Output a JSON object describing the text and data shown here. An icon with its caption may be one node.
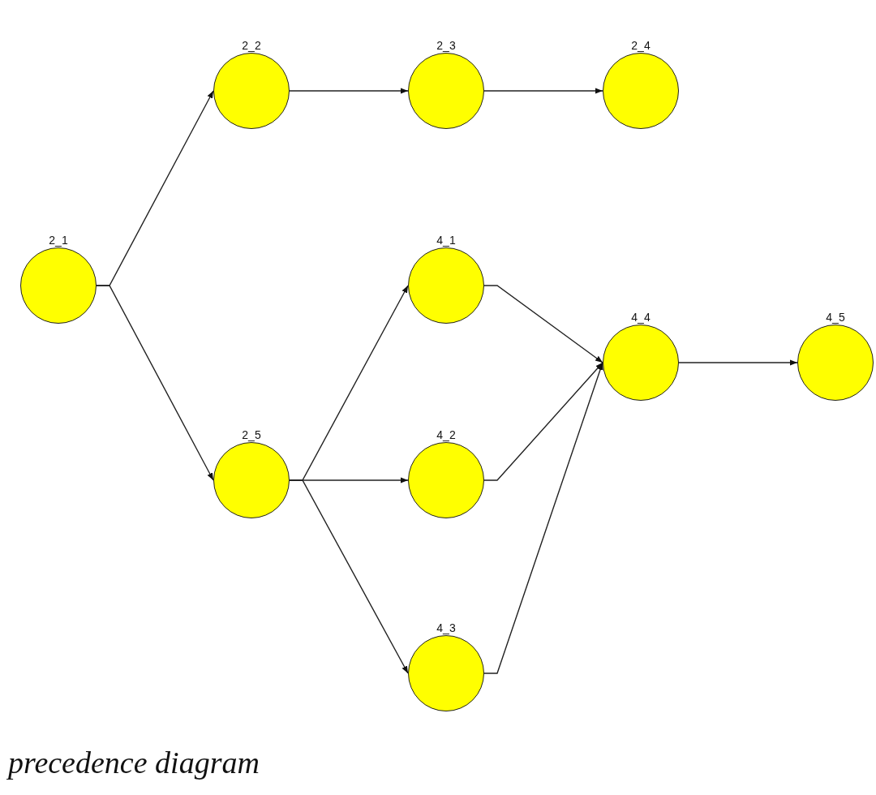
{
  "diagram": {
    "caption": "precedence diagram",
    "nodes": [
      {
        "text": [
          "2_1"
        ]
      },
      {
        "text": [
          "2_2"
        ]
      },
      {
        "text": [
          "2_3"
        ]
      },
      {
        "text": [
          "2_4"
        ]
      },
      {
        "text": [
          "4_1"
        ]
      },
      {
        "text": [
          "2_5"
        ]
      },
      {
        "text": [
          "4_2"
        ]
      },
      {
        "text": [
          "4_3"
        ]
      },
      {
        "text": [
          "4_4"
        ]
      },
      {
        "text": [
          "4_5"
        ]
      }
    ],
    "edges": [
      {
        "from": 0,
        "to": 1,
        "arrow": "to"
      },
      {
        "from": 0,
        "to": 5,
        "arrow": "to"
      },
      {
        "from": 1,
        "to": 2,
        "arrow": "to"
      },
      {
        "from": 2,
        "to": 3,
        "arrow": "to"
      },
      {
        "from": 5,
        "to": 4,
        "arrow": "to"
      },
      {
        "from": 5,
        "to": 6,
        "arrow": "to"
      },
      {
        "from": 5,
        "to": 7,
        "arrow": "to"
      },
      {
        "from": 4,
        "to": 8,
        "arrow": "to"
      },
      {
        "from": 6,
        "to": 8,
        "arrow": "to"
      },
      {
        "from": 7,
        "to": 8,
        "arrow": "to"
      },
      {
        "from": 8,
        "to": 9,
        "arrow": "to"
      }
    ]
  }
}
